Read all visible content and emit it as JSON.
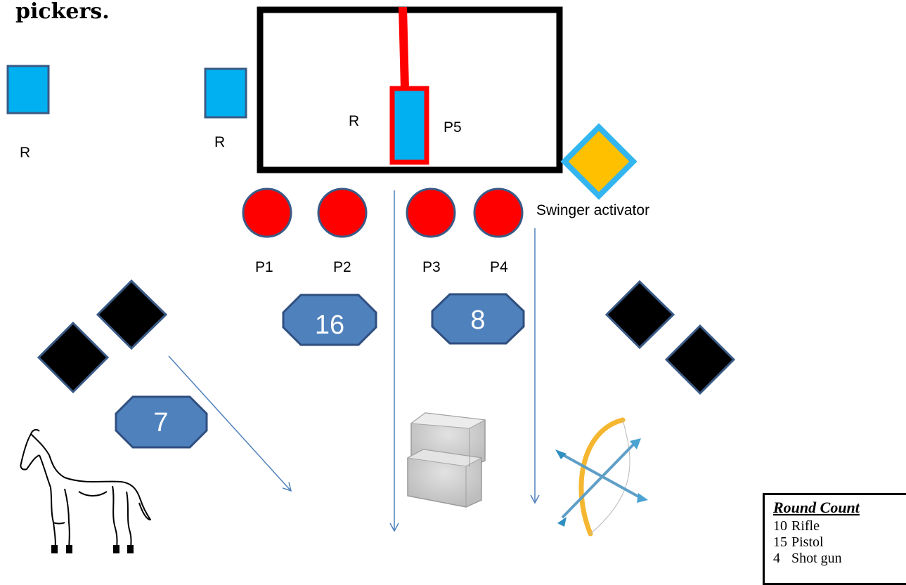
{
  "heading": "pickers.",
  "left_r_labels": [
    "R",
    "R"
  ],
  "window": {
    "r_label": "R",
    "p5_label": "P5"
  },
  "activator_label": "Swinger activator",
  "positions": [
    "P1",
    "P2",
    "P3",
    "P4"
  ],
  "badges": [
    "16",
    "8",
    "7"
  ],
  "round_count": {
    "title": "Round Count",
    "rows": [
      {
        "count": "10",
        "weapon": "Rifle"
      },
      {
        "count": "15",
        "weapon": "Pistol"
      },
      {
        "count": "4",
        "weapon": "Shot gun"
      }
    ]
  },
  "colors": {
    "blue_target": "#00b0f0",
    "red": "#ff0000",
    "badge": "#4f81bd",
    "diamond_yellow": "#ffc000",
    "arrow": "#4f81bd"
  },
  "icons": [
    "horse-sketch-icon",
    "hay-bale-icon",
    "bow-and-arrows-icon"
  ]
}
